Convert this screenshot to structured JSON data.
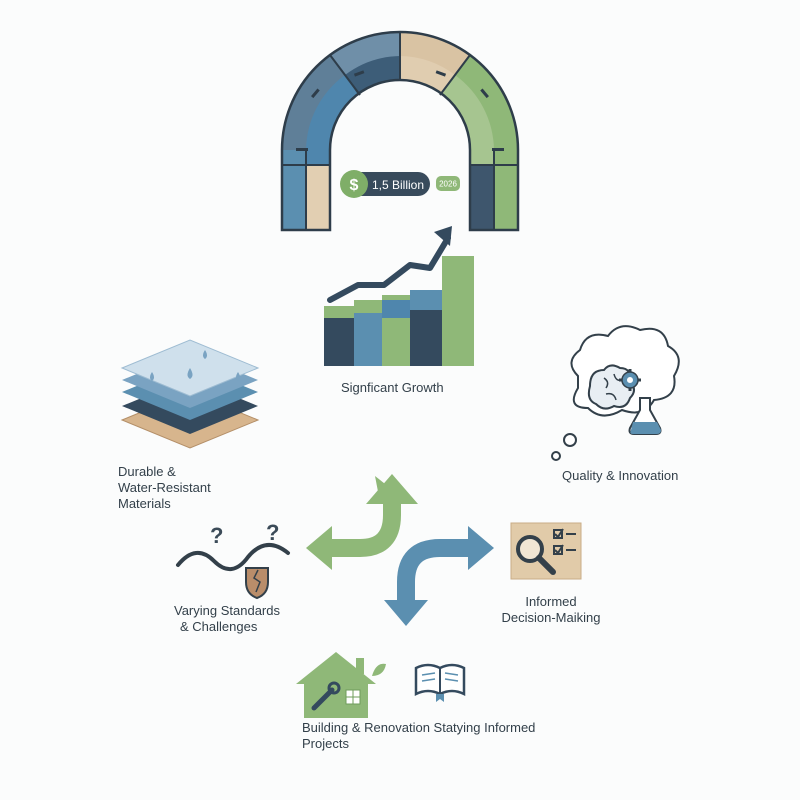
{
  "price_badge": {
    "currency_symbol": "$",
    "amount": "1,5 Billion",
    "year": "2026"
  },
  "labels": {
    "growth": "Signficant Growth",
    "quality": "Quality & Innovation",
    "durable_line1": "Durable &",
    "durable_line2": "Water-Resistant",
    "durable_line3": "Materials",
    "standards_line1": "Varying Standards",
    "standards_line2": "& Challenges",
    "decision_line1": "Informed",
    "decision_line2": "Decision-Maiking",
    "building_line1": "Building & Renovation Statying Informed",
    "building_line2": "Projects"
  },
  "colors": {
    "navy": "#344a5e",
    "blue": "#5b8fb0",
    "green": "#8fb878",
    "wood": "#d9c3a3",
    "light": "#fbfcfc"
  }
}
